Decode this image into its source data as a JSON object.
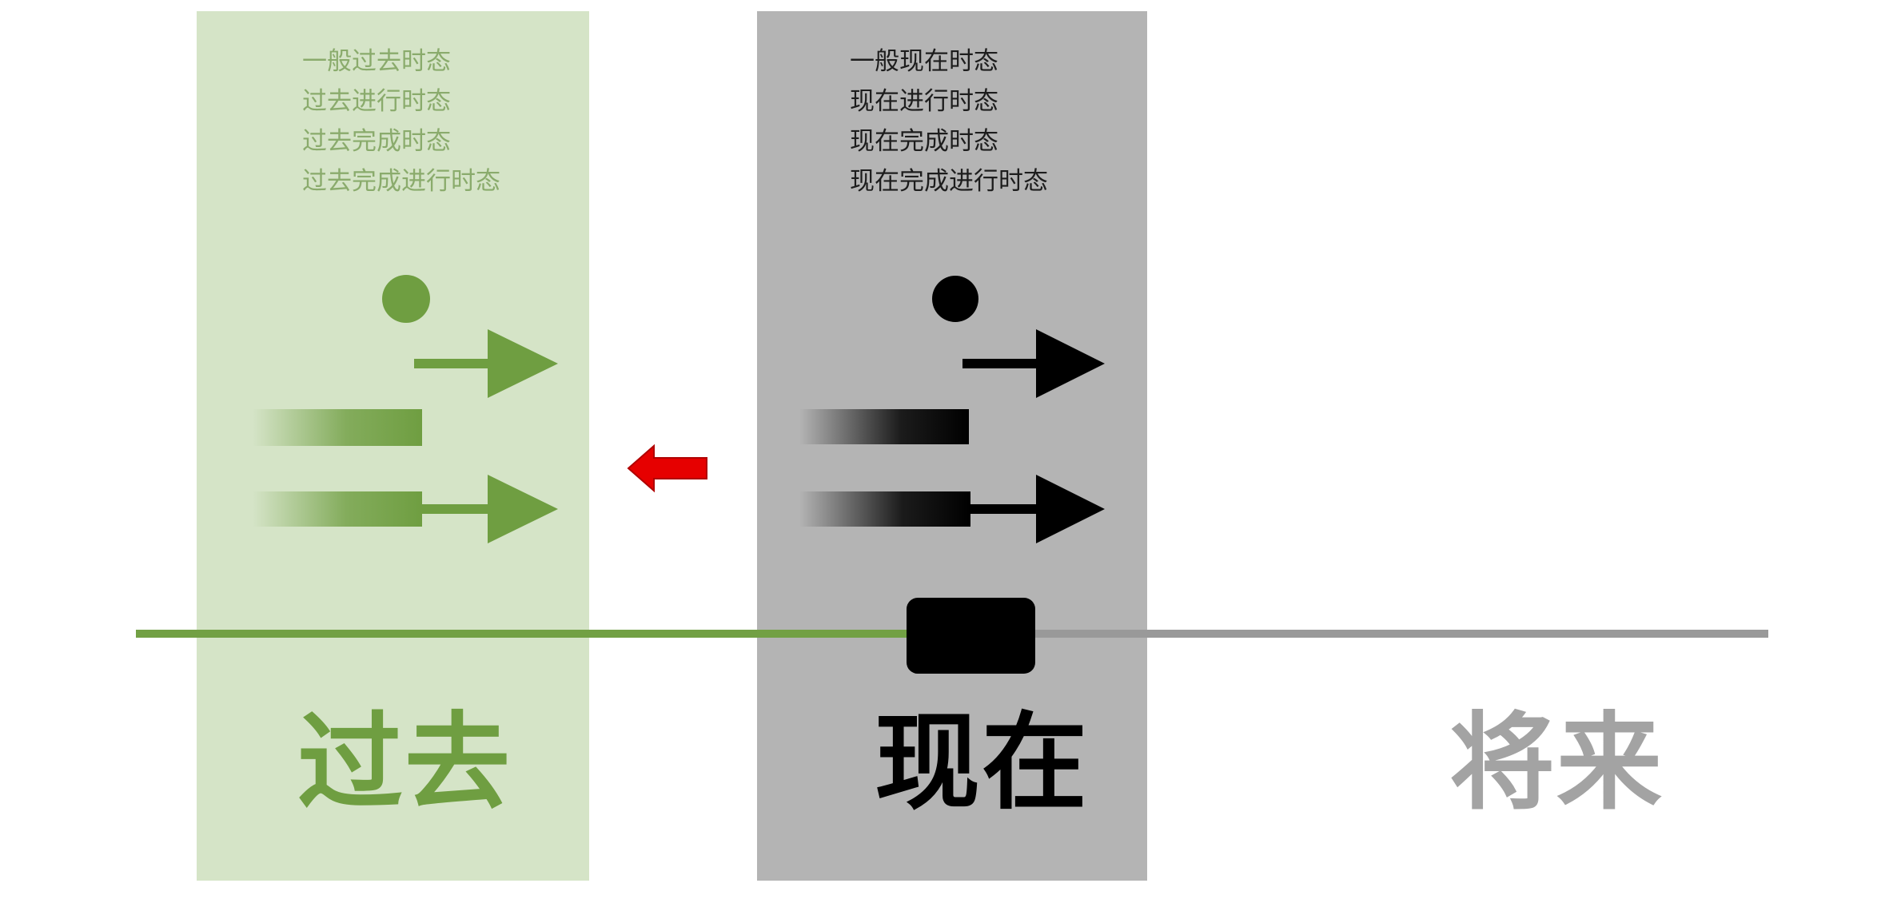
{
  "colors": {
    "past_panel": "#d5e4c7",
    "past_accent": "#6f9e41",
    "past_text": "#8aab6c",
    "present_panel": "#b4b4b4",
    "present_accent": "#000000",
    "future_text": "#a3a3a3",
    "timeline_future": "#999999",
    "backshift_arrow": "#e60000"
  },
  "columns": {
    "past": {
      "label": "过去",
      "tenses": [
        "一般过去时态",
        "过去进行时态",
        "过去完成时态",
        "过去完成进行时态"
      ]
    },
    "present": {
      "label": "现在",
      "tenses": [
        "一般现在时态",
        "现在进行时态",
        "现在完成时态",
        "现在完成进行时态"
      ]
    },
    "future": {
      "label": "将来"
    }
  },
  "icons": {
    "simple": "dot-icon",
    "progressive": "arrow-right-icon",
    "perfect": "fading-bar-icon",
    "perfect_progressive": "fading-bar-arrow-icon",
    "backshift": "arrow-left-icon",
    "now": "now-marker"
  }
}
